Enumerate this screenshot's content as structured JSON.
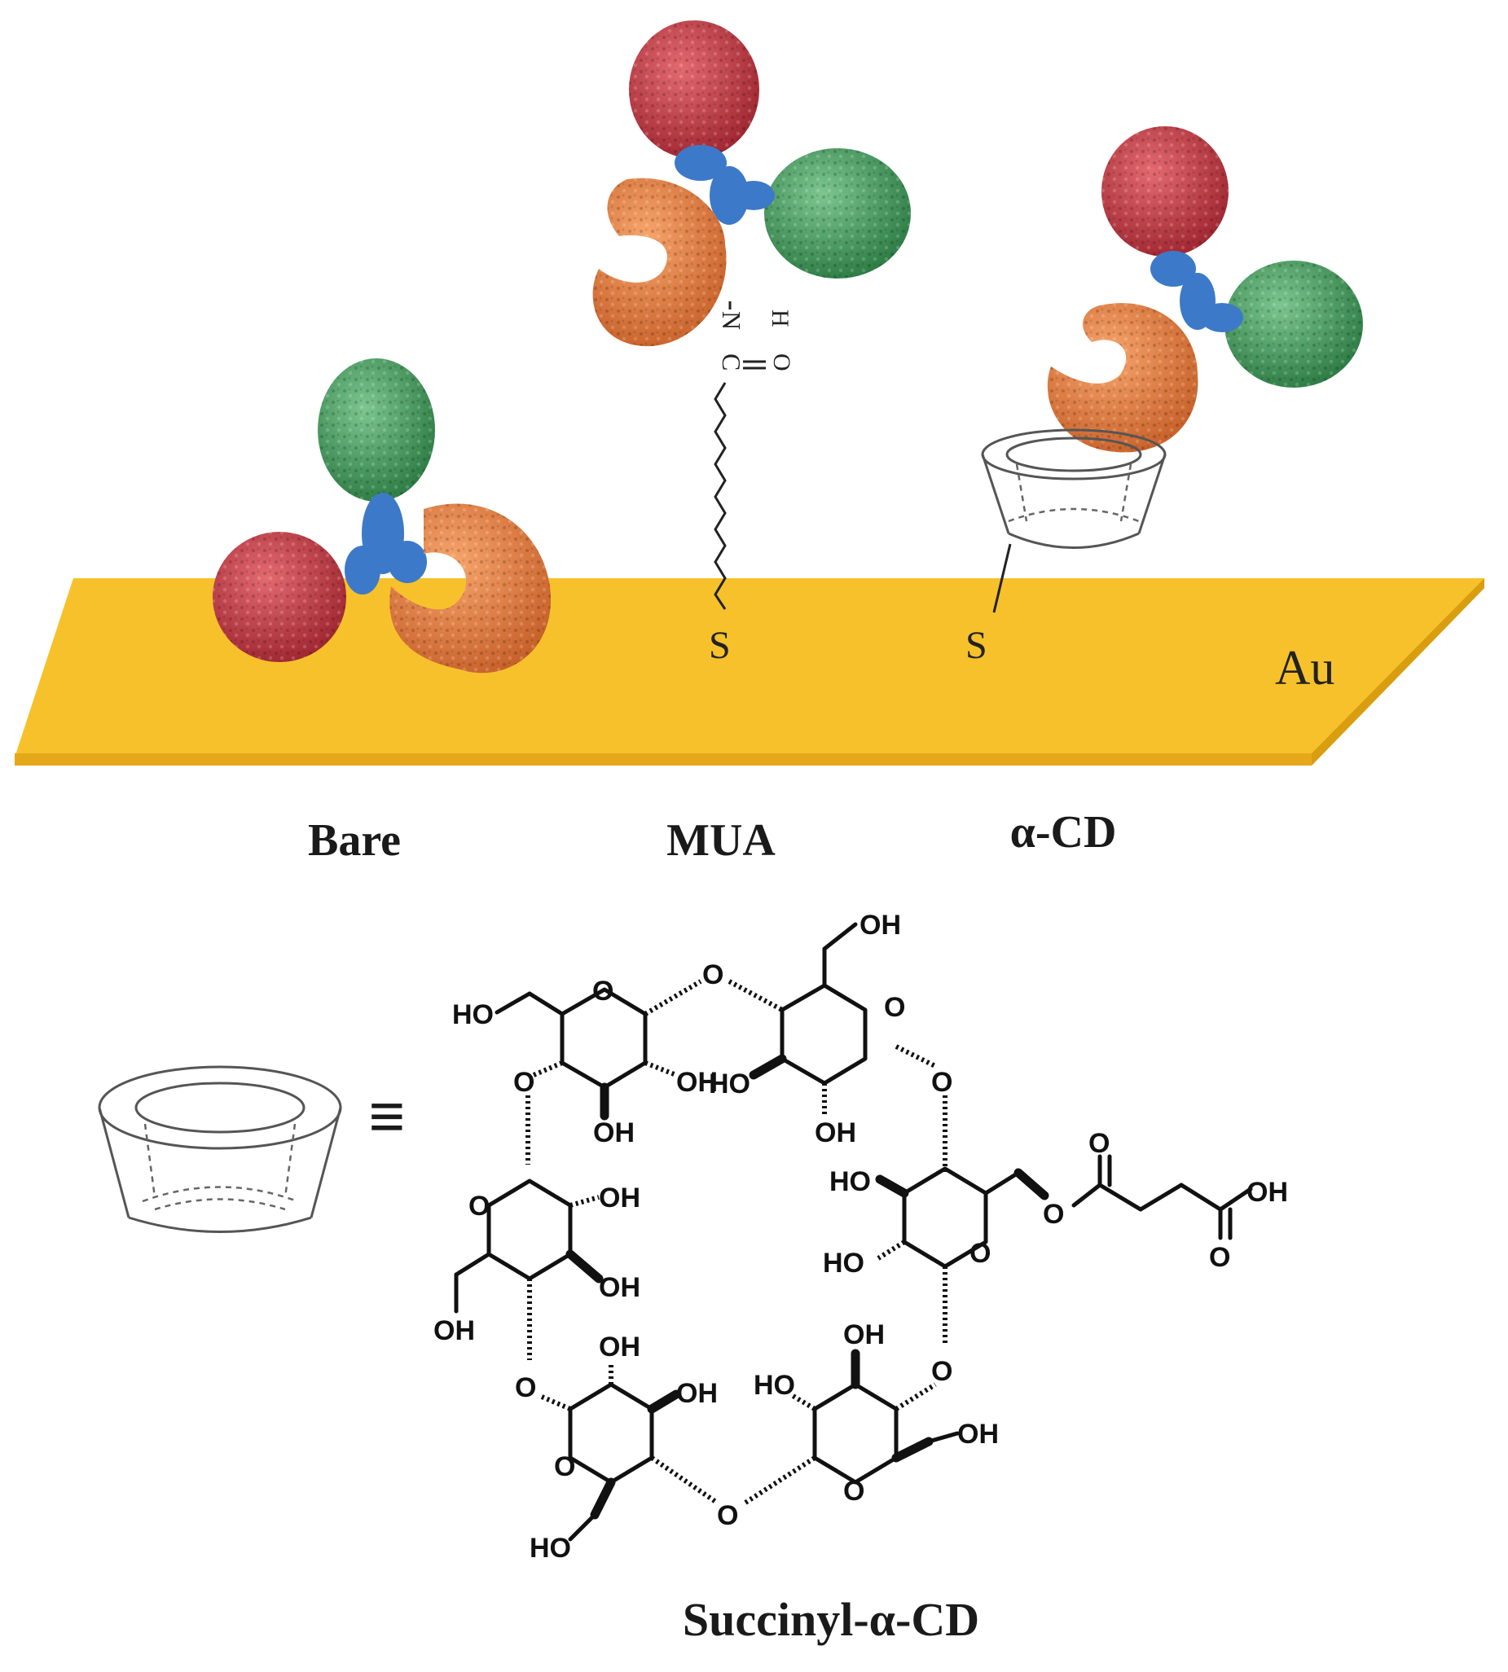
{
  "panels": {
    "bare": "Bare",
    "mua": "MUA",
    "acd": "α-CD"
  },
  "surface_label": "Au",
  "sulfur_label": "S",
  "amide": {
    "h": "H",
    "o": "O",
    "n": "N",
    "c": "C"
  },
  "equivalence_symbol": "≡",
  "molecule_name": "Succinyl-α-CD",
  "atoms": {
    "oh": "OH",
    "ho": "HO",
    "o": "O"
  },
  "colors": {
    "gold_surface": "#f7c12c",
    "gold_edge": "#d99e10",
    "fab_red": "#c53b45",
    "fab_green": "#3f9a58",
    "fc_orange": "#ec8443",
    "hinge_blue": "#3d79c9"
  }
}
